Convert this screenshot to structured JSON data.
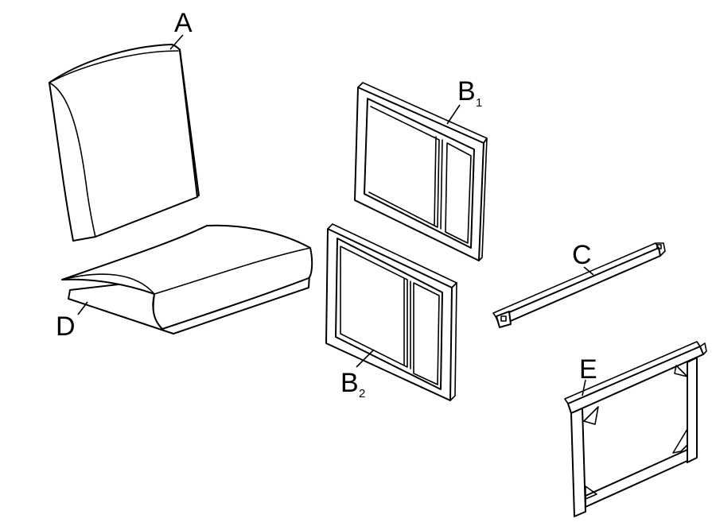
{
  "labels": {
    "a": "A",
    "b1": "B",
    "b1_sub": "1",
    "b2": "B",
    "b2_sub": "2",
    "c": "C",
    "d": "D",
    "e": "E"
  }
}
